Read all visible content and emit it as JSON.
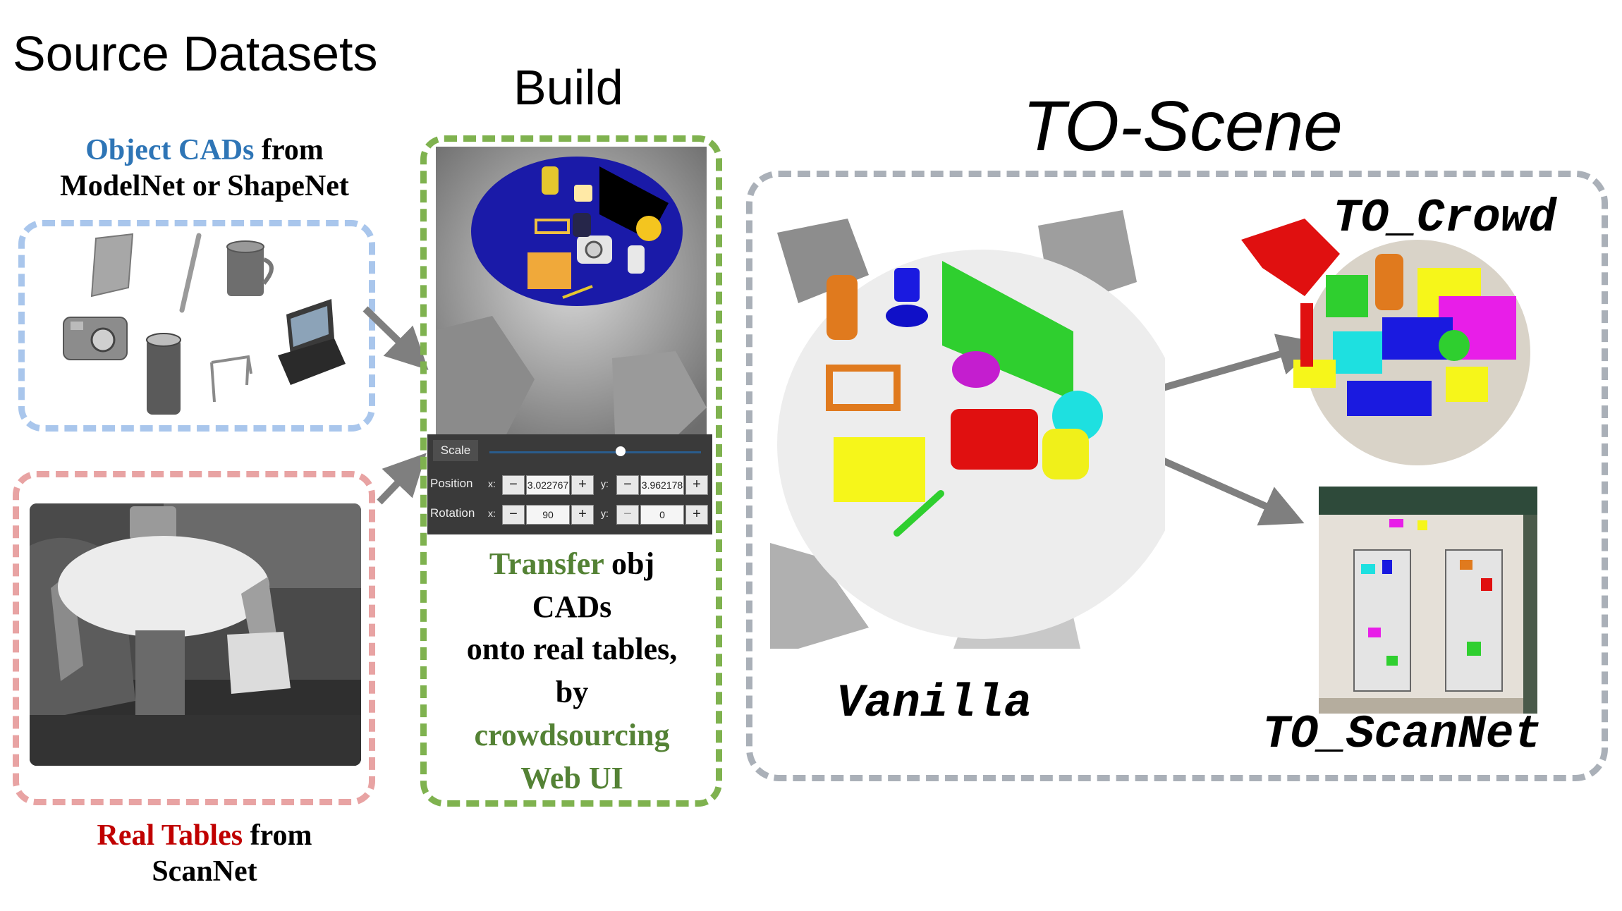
{
  "headings": {
    "source": "Source Datasets",
    "build": "Build",
    "toscene": "TO-Scene"
  },
  "object_cads": {
    "highlight": "Object CADs",
    "rest": "from",
    "line2": "ModelNet or ShapeNet"
  },
  "real_tables": {
    "highlight": "Real Tables",
    "rest": "from",
    "line2": "ScanNet"
  },
  "build_caption": {
    "line1_highlight": "Transfer",
    "line1_rest": "obj",
    "line2": "CADs",
    "line3": "onto real tables,",
    "line4": "by",
    "line5": "crowdsourcing",
    "line6": "Web UI"
  },
  "web_ui": {
    "scale_label": "Scale",
    "scale_level": 0.62,
    "position_label": "Position",
    "rotation_label": "Rotation",
    "x_label": "x:",
    "y_label": "y:",
    "minus": "−",
    "plus": "+",
    "position_x": "3.022767",
    "position_y": "3.962178",
    "rotation_x": "90",
    "rotation_y": "0"
  },
  "scene_labels": {
    "vanilla": "Vanilla",
    "crowd": "TO_Crowd",
    "scannet": "TO_ScanNet"
  },
  "colors": {
    "blue_box": "#a9c6ec",
    "red_box": "#e8a3a3",
    "green_box": "#7fb24f",
    "gray_box": "#aab0b8",
    "object_cads_text": "#2e75b6",
    "real_tables_text": "#c00000",
    "transfer_text": "#548235",
    "arrow": "#7f7f7f"
  }
}
